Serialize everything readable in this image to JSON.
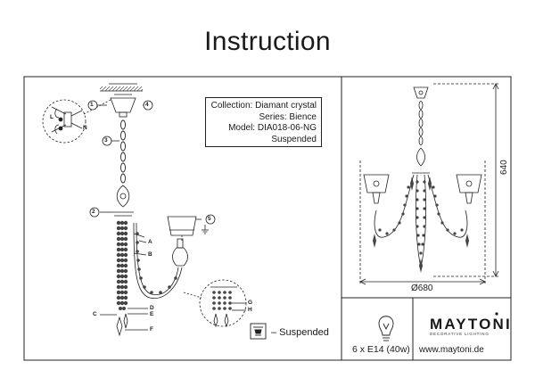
{
  "header": {
    "title": "Instruction"
  },
  "info": {
    "collection": "Collection: Diamant crystal",
    "series": "Series: Bience",
    "model": "Model: DIA018-06-NG",
    "type": "Suspended"
  },
  "legend": {
    "suspended_label": "– Suspended"
  },
  "bulb": {
    "spec": "6 x E14 (40w)"
  },
  "brand": {
    "name": "MAYTONI",
    "tagline": "DECORATIVE LIGHTING",
    "website": "www.maytoni.de"
  },
  "dimensions": {
    "height": "640",
    "width": "Ø680"
  },
  "steps": [
    "1",
    "2",
    "3",
    "4",
    "5"
  ],
  "wire_labels": [
    "L",
    "N"
  ],
  "part_labels": [
    "A",
    "B",
    "C",
    "D",
    "E",
    "F",
    "G",
    "H"
  ],
  "icons": [
    "ceiling-mount-icon",
    "bulb-icon",
    "suspended-icon",
    "ground-icon"
  ]
}
